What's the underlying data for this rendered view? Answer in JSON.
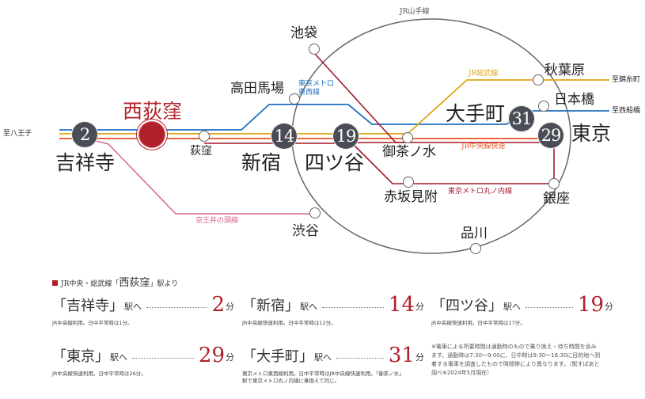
{
  "map": {
    "loop_line_label": "JR山手線",
    "lines": {
      "jr_chuo_rapid": {
        "label": "JR中央線快速",
        "color": "#e8501e"
      },
      "jr_sobu": {
        "label": "JR総武線",
        "color": "#e0a516"
      },
      "tozai": {
        "label": "東京メトロ\n東西線",
        "label_line1": "東京メトロ",
        "label_line2": "東西線",
        "color": "#1f6fbf"
      },
      "marunouchi": {
        "label": "東京メトロ丸ノ内線",
        "color": "#a3182a"
      },
      "keio_inokashira": {
        "label": "京王井の頭線",
        "color": "#d9648a"
      },
      "yamanote": {
        "label": "JR山手線",
        "color": "#666666"
      }
    },
    "destinations": {
      "west": "至八王子",
      "kinshicho": "至錦糸町",
      "nishifunabashi": "至西船橋"
    },
    "target_station": {
      "name": "西荻窪",
      "color": "#b0202a"
    },
    "badge_stations": [
      {
        "name": "吉祥寺",
        "minutes": "2"
      },
      {
        "name": "新宿",
        "minutes": "14"
      },
      {
        "name": "四ツ谷",
        "minutes": "19"
      },
      {
        "name": "大手町",
        "minutes": "31"
      },
      {
        "name": "東京",
        "minutes": "29"
      }
    ],
    "stations": {
      "ogikubo": "荻窪",
      "ikebukuro": "池袋",
      "takadanobaba": "高田馬場",
      "ochanomizu": "御茶ノ水",
      "akasakamitsuke": "赤坂見附",
      "shibuya": "渋谷",
      "akihabara": "秋葉原",
      "nihombashi": "日本橋",
      "ginza": "銀座",
      "shinagawa": "品川"
    }
  },
  "times": {
    "heading_prefix": "JR中央・総武線「",
    "heading_station": "西荻窪",
    "heading_suffix": "」駅より",
    "eki_suffix": "駅へ",
    "unit": "分",
    "accent_color": "#b0202a",
    "items": [
      {
        "station": "「吉祥寺」",
        "minutes": "2",
        "note": "JR中央線利用。日中平常時は1分。"
      },
      {
        "station": "「新宿」",
        "minutes": "14",
        "note": "JR中央線快速利用。日中平常時は12分。"
      },
      {
        "station": "「四ツ谷」",
        "minutes": "19",
        "note": "JR中央線快速利用。日中平常時は17分。"
      },
      {
        "station": "「東京」",
        "minutes": "29",
        "note": "JR中央線快速利用。日中平常時は26分。"
      },
      {
        "station": "「大手町」",
        "minutes": "31",
        "note": "東京メトロ東西線利用。日中平常時はJR中央線快速利用。「御茶ノ水」駅で東京メトロ丸ノ内線に乗換えて同じ。"
      }
    ],
    "footnote": "※電車による所要時間は通勤時のもので乗り換え・待ち時間を含みます。通勤時は7:30〜9:00に、日中時は9:30〜16:30に目的地へ到着する電車を調査したもので時間帯により異なります。（駅すぱあと調べ※2024年5月現在）"
  }
}
